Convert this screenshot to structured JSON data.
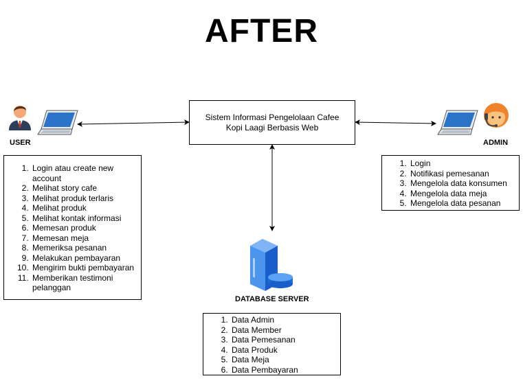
{
  "title": "AFTER",
  "system": {
    "line1": "Sistem Informasi Pengelolaan Cafee",
    "line2": "Kopi Laagi Berbasis Web"
  },
  "user": {
    "label": "USER",
    "items": [
      "Login atau create new account",
      "Melihat story cafe",
      "Melihat produk terlaris",
      "Melihat produk",
      "Melihat kontak informasi",
      "Memesan produk",
      "Memesan meja",
      "Memeriksa pesanan",
      "Melakukan pembayaran",
      "Mengirim bukti pembayaran",
      "Memberikan testimoni pelanggan"
    ]
  },
  "admin": {
    "label": "ADMIN",
    "items": [
      "Login",
      "Notifikasi pemesanan",
      "Mengelola data konsumen",
      "Mengelola data meja",
      "Mengelola data pesanan"
    ]
  },
  "database": {
    "label": "DATABASE SERVER",
    "items": [
      "Data Admin",
      "Data Member",
      "Data Pemesanan",
      "Data Produk",
      "Data Meja",
      "Data Pembayaran"
    ]
  },
  "icons": {
    "user_person": "person-icon",
    "user_laptop": "laptop-icon",
    "admin_person": "support-agent-icon",
    "admin_laptop": "laptop-icon",
    "database_server": "server-icon"
  },
  "colors": {
    "laptop_blue": "#2a73c9",
    "server_blue": "#1a6fe0",
    "admin_orange": "#f0822a",
    "user_navy": "#2d3e5b"
  }
}
